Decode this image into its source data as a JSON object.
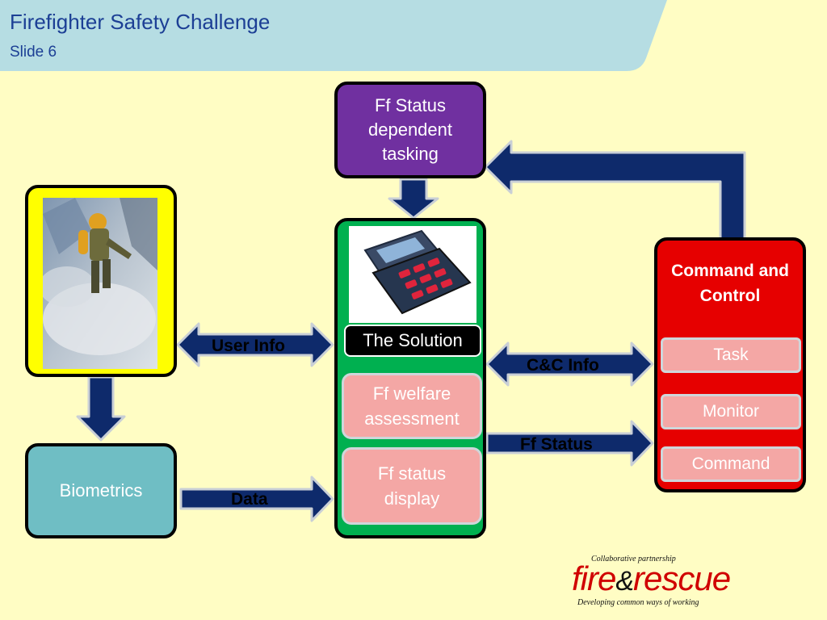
{
  "slide": {
    "title": "Firefighter Safety Challenge",
    "subtitle": "Slide 6"
  },
  "nodes": {
    "tasking": "Ff  Status dependent tasking",
    "solution_label": "The Solution",
    "welfare": "Ff welfare assessment",
    "status_display": "Ff status display",
    "biometrics": "Biometrics",
    "command_control": {
      "title": "Command and Control",
      "items": [
        "Task",
        "Monitor",
        "Command"
      ]
    }
  },
  "arrows": {
    "user_info": "User Info",
    "data": "Data",
    "cc_info": "C&C Info",
    "ff_status": "Ff Status"
  },
  "logo": {
    "tagline_top": "Collaborative partnership",
    "word1": "fire",
    "amp": "&",
    "word2": "rescue",
    "tagline_bottom": "Developing  common ways of working"
  },
  "colors": {
    "background": "#fffdc4",
    "header_band": "#b6dde3",
    "title_text": "#1c3f95",
    "arrow_fill": "#0e2a6b",
    "arrow_outline": "#c9cfd6",
    "tasking_box": "#7030a0",
    "solution_box": "#00b050",
    "command_box": "#e60000",
    "sensor_frame": "#ffff00",
    "biometrics_box": "#6fbec4",
    "pink_box": "#f4a7a5",
    "logo_red": "#d00000"
  }
}
